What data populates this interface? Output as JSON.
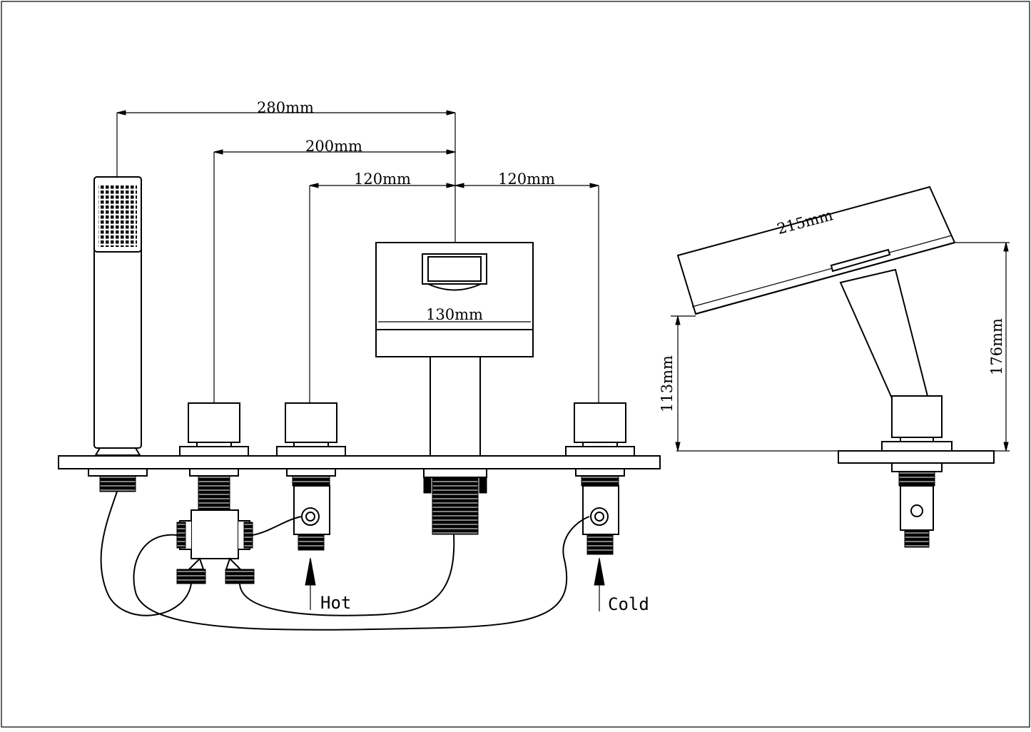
{
  "dimensions": {
    "d280": "280mm",
    "d200": "200mm",
    "d120_left": "120mm",
    "d120_right": "120mm",
    "d130": "130mm",
    "d215": "215mm",
    "d113": "113mm",
    "d176": "176mm"
  },
  "labels": {
    "hot": "Hot",
    "cold": "Cold"
  },
  "colors": {
    "line": "#000000",
    "background": "#ffffff"
  }
}
